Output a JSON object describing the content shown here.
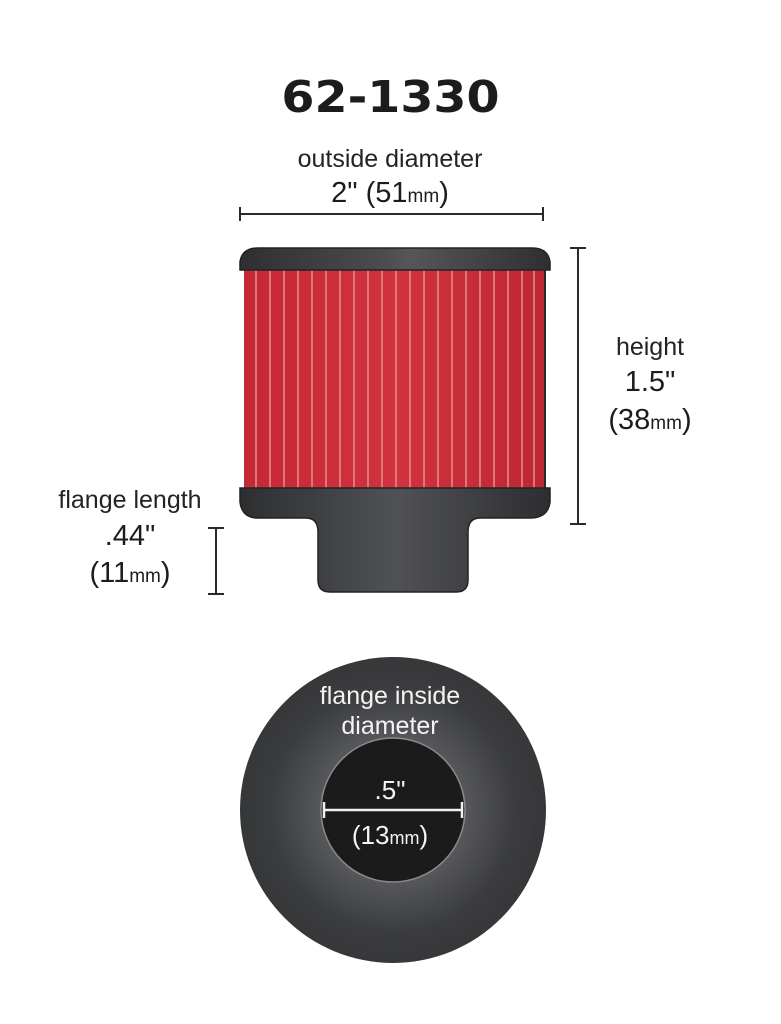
{
  "title": "62-1330",
  "outside_diameter": {
    "label": "outside diameter",
    "value_in": "2\"",
    "value_mm_open": "(51",
    "value_mm_unit": "mm",
    "value_mm_close": ")"
  },
  "height": {
    "label": "height",
    "value_in": "1.5\"",
    "value_mm_open": "(38",
    "value_mm_unit": "mm",
    "value_mm_close": ")"
  },
  "flange_length": {
    "label": "flange length",
    "value_in": ".44\"",
    "value_mm_open": "(11",
    "value_mm_unit": "mm",
    "value_mm_close": ")"
  },
  "flange_inside_diameter": {
    "label_line1": "flange inside",
    "label_line2": "diameter",
    "value_in": ".5\"",
    "value_mm_open": "(13",
    "value_mm_unit": "mm",
    "value_mm_close": ")"
  },
  "colors": {
    "filter_red": "#cc2c3a",
    "pleat_line": "#e07a78",
    "cap_dark": "#3a3b3d",
    "bottom_view_outer": "#3c3c3e",
    "bottom_view_inner": "#1a1a1a",
    "text": "#1e1e1e"
  }
}
